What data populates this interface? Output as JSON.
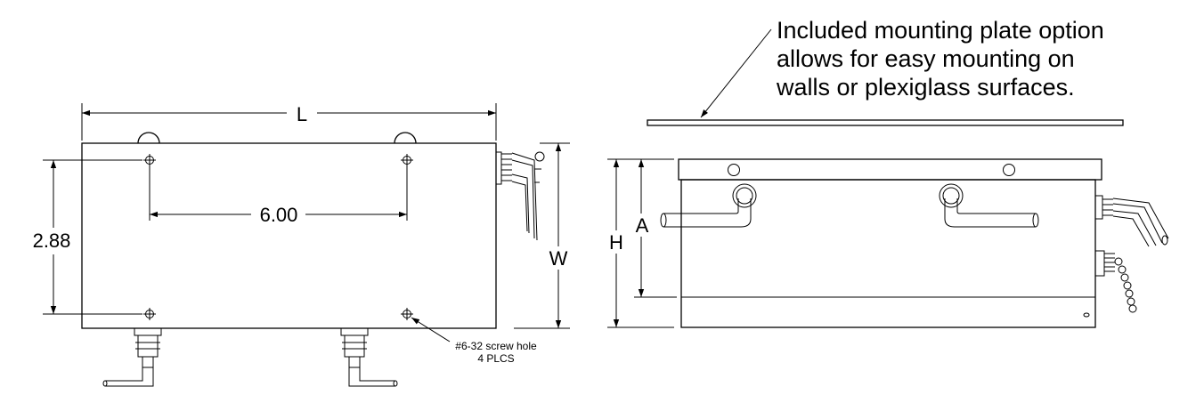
{
  "top_view": {
    "length_label": "L",
    "width_label": "W",
    "hole_spacing_y": "2.88",
    "hole_spacing_x": "6.00",
    "screw_note_line1": "#6-32 screw hole",
    "screw_note_line2": "4 PLCS"
  },
  "side_view": {
    "height_label": "H",
    "a_label": "A"
  },
  "mounting_plate": {
    "callout_line1": "Included mounting plate option",
    "callout_line2": "allows for easy mounting on",
    "callout_line3": "walls or plexiglass surfaces."
  }
}
